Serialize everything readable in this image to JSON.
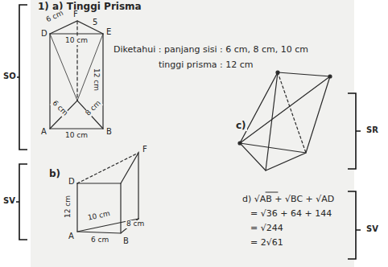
{
  "diagram": {
    "labels": [
      "1) a) Tinggi Prisma",
      "F",
      "6 cm",
      "5",
      "D",
      "E",
      "10 cm",
      "12 cm",
      "6 cm",
      "8 cm",
      "A",
      "10 cm",
      "B",
      "Diketahui : panjang sisi : 6 cm, 8 cm, 10 cm",
      "tinggi prisma : 12 cm",
      "b)",
      "D",
      "F",
      "12 cm",
      "10 cm",
      "8 cm",
      "A",
      "6 cm",
      "B",
      "c)",
      "d) √AB + √BC + √AD",
      "= √36 + 64 + 144",
      "= √244",
      "= 2√61",
      "SO",
      "SV",
      "SR",
      "SV"
    ]
  }
}
